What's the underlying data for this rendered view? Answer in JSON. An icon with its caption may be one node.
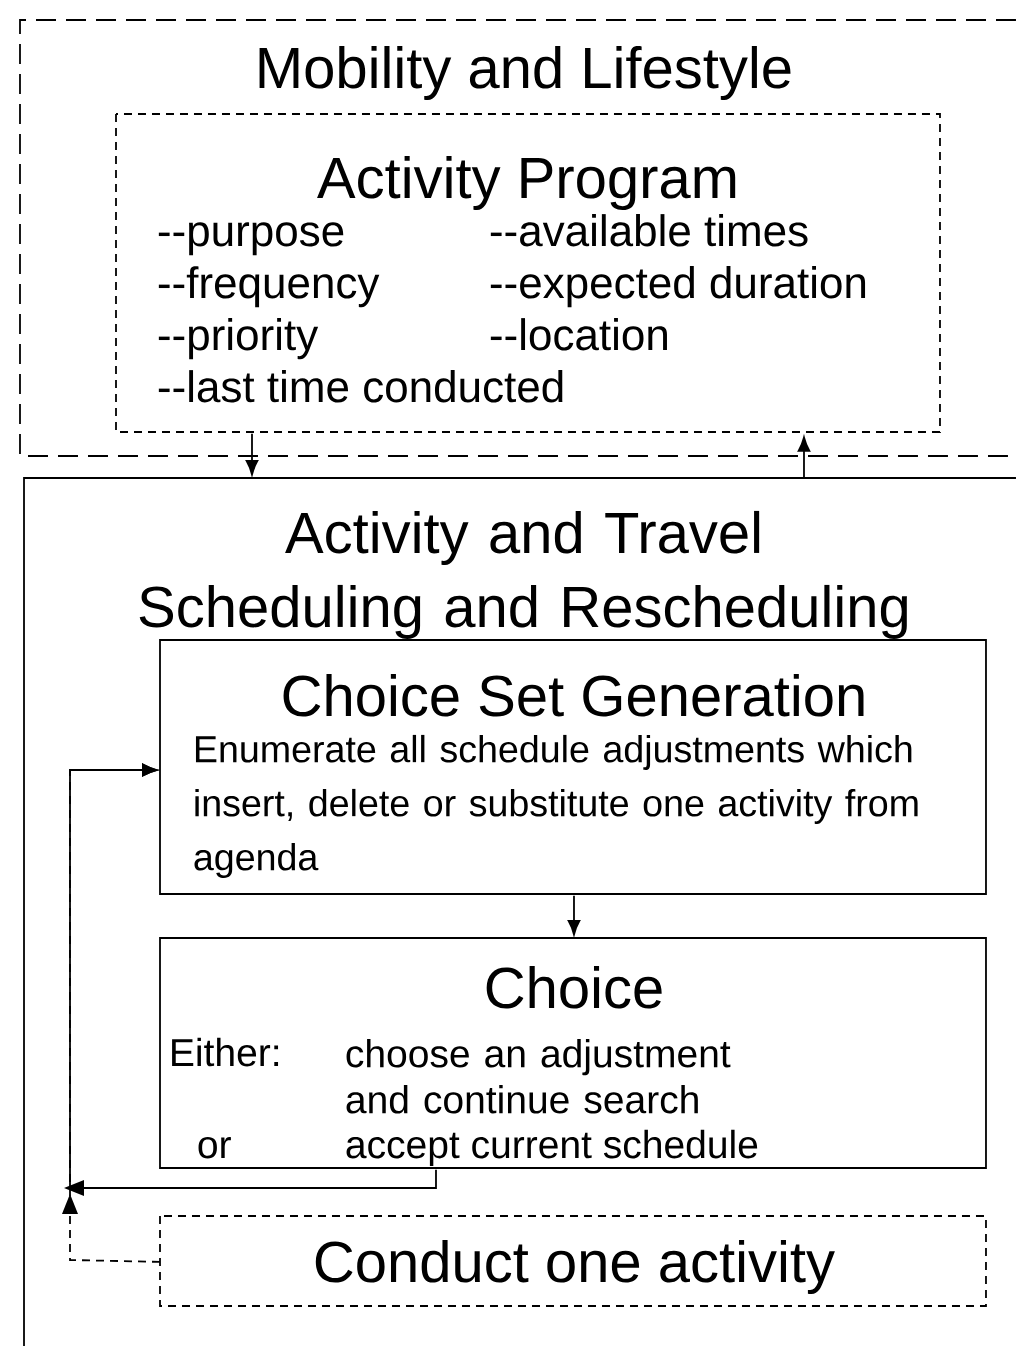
{
  "diagram": {
    "nodes": [
      {
        "text": [
          "Mobility and Lifestyle"
        ]
      },
      {
        "text": [
          "Activity Program",
          "--purpose",
          "--available times",
          "--frequency",
          "--expected duration",
          "--priority",
          "--location",
          "--last time conducted"
        ],
        "in": 0
      },
      {
        "text": [
          "Activity and Travel Scheduling and Rescheduling"
        ]
      },
      {
        "text": [
          "Choice Set Generation",
          "Enumerate all schedule adjustments which insert, delete or substitute one activity from agenda"
        ],
        "in": 2
      },
      {
        "text": [
          "Choice",
          "Either:",
          "choose an adjustment and continue search",
          "or",
          "accept current schedule"
        ],
        "in": 2
      },
      {
        "text": [
          "Conduct one activity"
        ],
        "in": 2
      }
    ],
    "edges": [
      {
        "from": 1,
        "to": 2,
        "arrow": "to"
      },
      {
        "from": 2,
        "to": 1,
        "arrow": "to"
      },
      {
        "from": 3,
        "to": 4,
        "arrow": "to"
      },
      {
        "from": 4,
        "to": 3,
        "arrow": "to"
      },
      {
        "from": 5,
        "to": 3,
        "arrow": "to",
        "style": "dashed"
      }
    ]
  }
}
